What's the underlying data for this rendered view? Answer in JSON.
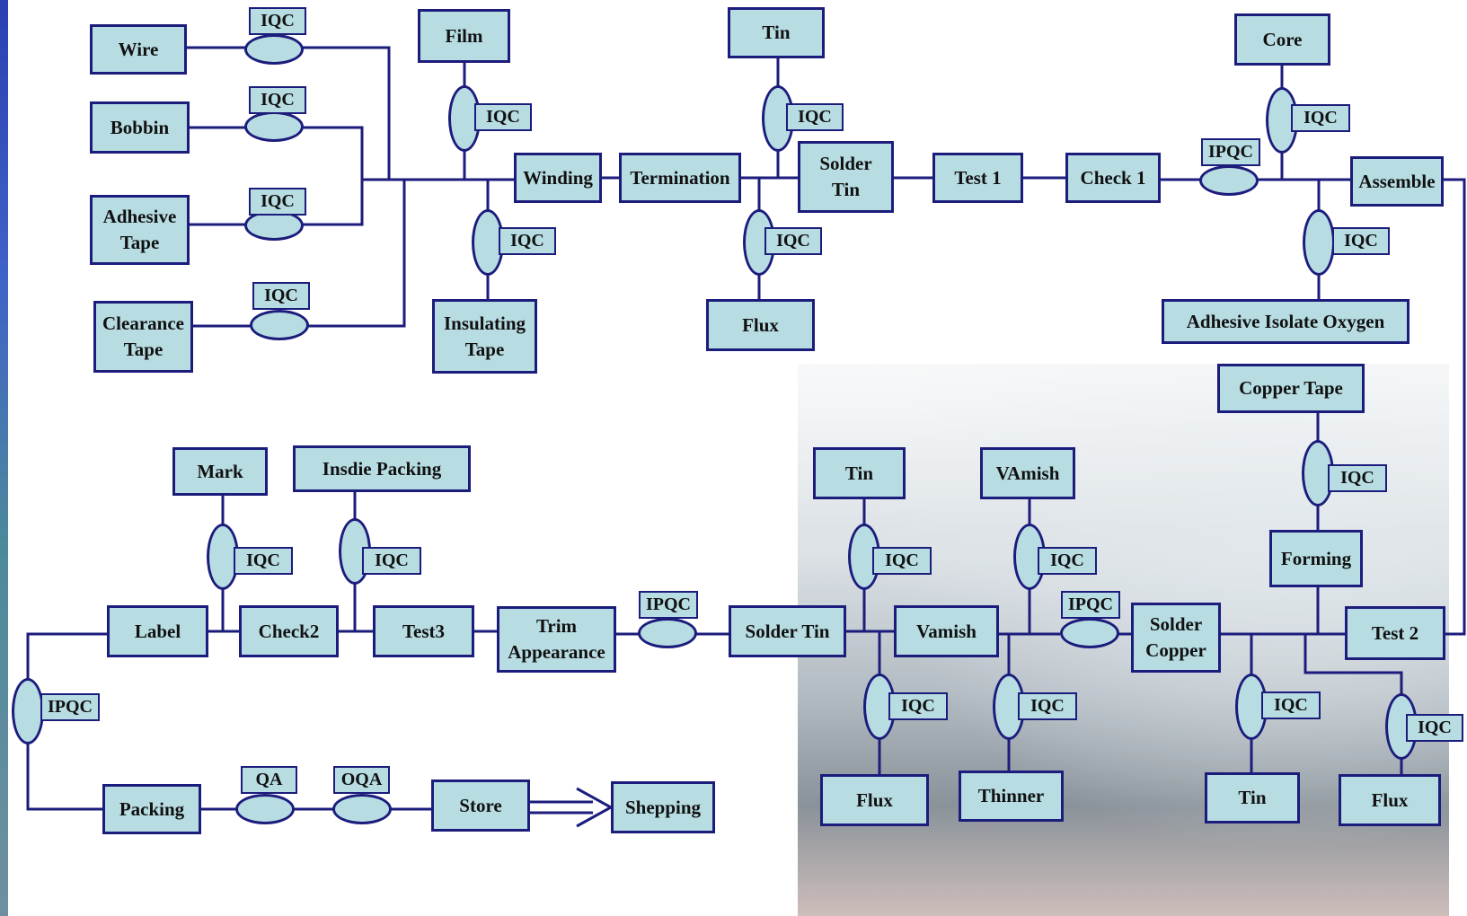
{
  "colors": {
    "box_fill": "#b7dde3",
    "line": "#1c1c7c",
    "text": "#111111",
    "side_stripe": "#2a3fb0"
  },
  "top_flow": {
    "inputs": [
      "Wire",
      "Bobbin",
      "Adhesive\nTape",
      "Clearance\nTape"
    ],
    "film": "Film",
    "insulating_tape": "Insulating\nTape",
    "winding": "Winding",
    "termination": "Termination",
    "tin": "Tin",
    "flux": "Flux",
    "solder_tin": "Solder\nTin",
    "test1": "Test 1",
    "check1": "Check 1",
    "core": "Core",
    "assemble": "Assemble",
    "adhesive_isolate_oxygen": "Adhesive Isolate Oxygen"
  },
  "right_flow": {
    "copper_tape": "Copper Tape",
    "forming": "Forming",
    "test2": "Test 2",
    "solder_copper": "Solder\nCopper",
    "tin_r": "Tin",
    "flux_r": "Flux"
  },
  "bottom_flow": {
    "vamish_input": "VAmish",
    "vamish": "Vamish",
    "thinner": "Thinner",
    "tin_b": "Tin",
    "flux_b": "Flux",
    "solder_tin_b": "Solder Tin",
    "trim_appearance": "Trim\nAppearance",
    "test3": "Test3",
    "check2": "Check2",
    "insdie_packing": "Insdie Packing",
    "label": "Label",
    "mark": "Mark",
    "packing": "Packing",
    "store": "Store",
    "shepping": "Shepping"
  },
  "labels": {
    "iqc": "IQC",
    "ipqc": "IPQC",
    "qa": "QA",
    "oqa": "OQA"
  }
}
